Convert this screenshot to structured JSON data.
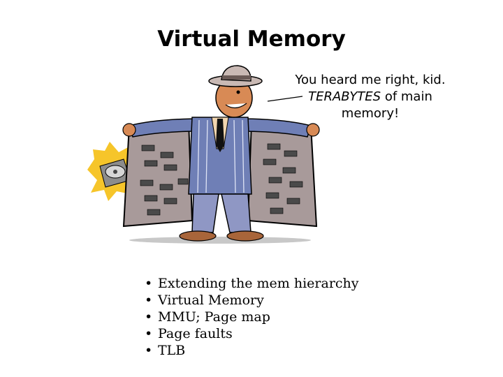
{
  "slide": {
    "title": "Virtual Memory",
    "quote": {
      "line1": "You heard me right, kid.",
      "emphasis": "TERABYTES",
      "line2_rest": " of main",
      "line3": "memory!"
    },
    "illustration": "salesman-selling-memory-chips-clipart",
    "bullets": [
      "Extending the mem hierarchy",
      "Virtual Memory",
      "MMU; Page map",
      "Page faults",
      "TLB"
    ]
  }
}
